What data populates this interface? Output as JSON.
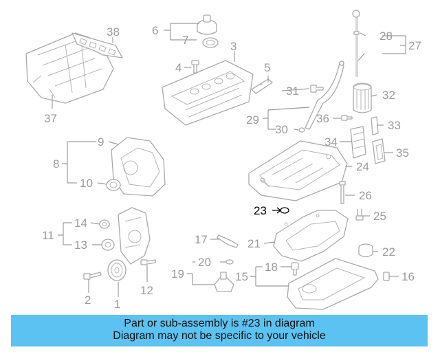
{
  "callouts": [
    "1",
    "2",
    "3",
    "4",
    "5",
    "6",
    "7",
    "8",
    "9",
    "10",
    "11",
    "12",
    "13",
    "14",
    "15",
    "16",
    "17",
    "18",
    "19",
    "20",
    "21",
    "22",
    "23",
    "24",
    "25",
    "26",
    "27",
    "28",
    "29",
    "30",
    "31",
    "32",
    "33",
    "34",
    "35",
    "36",
    "37",
    "38"
  ],
  "highlighted_part": "23",
  "highlight_color": "#000000",
  "accent_color": "#5cc2f1",
  "banner": {
    "line1": "Part or sub-assembly is #23 in diagram",
    "line2": "Diagram may not be specific to your vehicle"
  }
}
